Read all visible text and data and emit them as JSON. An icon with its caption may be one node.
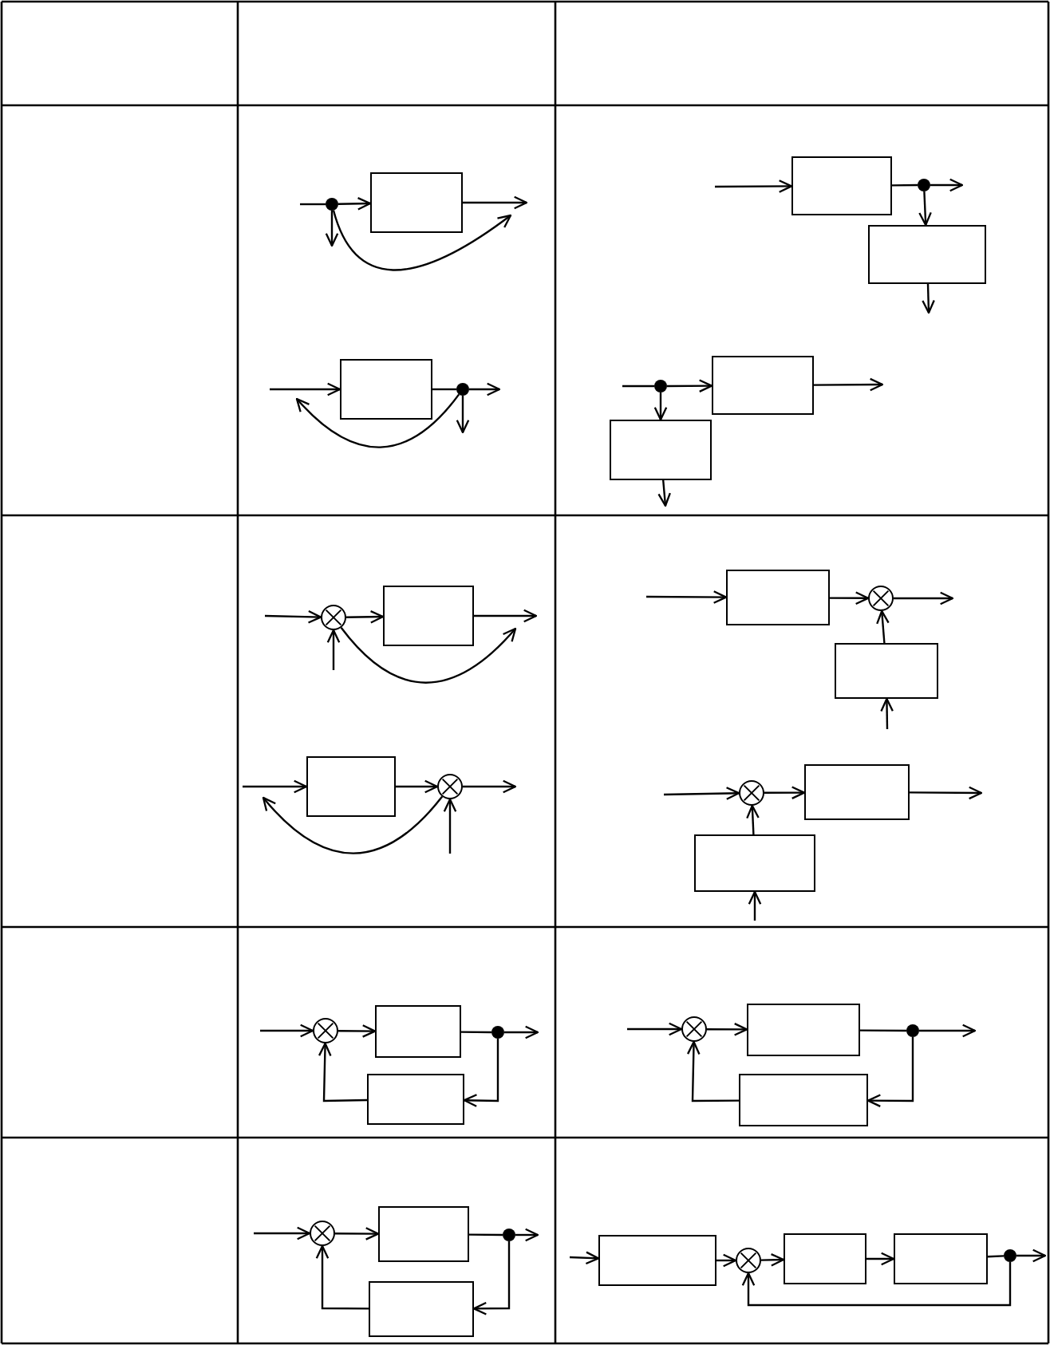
{
  "diagram": {
    "nodes": [
      {
        "text": [],
        "shape": "dot"
      },
      {
        "text": [],
        "shape": "box"
      },
      {
        "text": [],
        "shape": "box"
      },
      {
        "text": [],
        "shape": "dot"
      },
      {
        "text": [],
        "shape": "box"
      },
      {
        "text": [],
        "shape": "dot"
      },
      {
        "text": [],
        "shape": "box"
      },
      {
        "text": [],
        "shape": "dot"
      },
      {
        "text": [],
        "shape": "box"
      },
      {
        "text": [],
        "shape": "box"
      },
      {
        "text": [],
        "shape": "circle"
      },
      {
        "text": [],
        "shape": "box"
      },
      {
        "text": [],
        "shape": "box"
      },
      {
        "text": [],
        "shape": "circle"
      },
      {
        "text": [],
        "shape": "box"
      },
      {
        "text": [],
        "shape": "circle"
      },
      {
        "text": [],
        "shape": "box"
      },
      {
        "text": [],
        "shape": "circle"
      },
      {
        "text": [],
        "shape": "box"
      },
      {
        "text": [],
        "shape": "box"
      },
      {
        "text": [],
        "shape": "circle"
      },
      {
        "text": [],
        "shape": "box"
      },
      {
        "text": [],
        "shape": "dot"
      },
      {
        "text": [],
        "shape": "box"
      },
      {
        "text": [],
        "shape": "circle"
      },
      {
        "text": [],
        "shape": "box"
      },
      {
        "text": [],
        "shape": "dot"
      },
      {
        "text": [],
        "shape": "box"
      },
      {
        "text": [],
        "shape": "circle"
      },
      {
        "text": [],
        "shape": "box"
      },
      {
        "text": [],
        "shape": "dot"
      },
      {
        "text": [],
        "shape": "box"
      },
      {
        "text": [],
        "shape": "box"
      },
      {
        "text": [],
        "shape": "circle"
      },
      {
        "text": [],
        "shape": "box"
      },
      {
        "text": [],
        "shape": "box"
      },
      {
        "text": [],
        "shape": "dot"
      }
    ],
    "edges": [
      {
        "from": null,
        "to": 0,
        "arrow": "none"
      },
      {
        "from": 0,
        "to": 1,
        "arrow": "to"
      },
      {
        "from": 0,
        "to": null,
        "arrow": "to"
      },
      {
        "from": 1,
        "to": null,
        "arrow": "to"
      },
      {
        "from": 0,
        "to": null,
        "arrow": "to"
      },
      {
        "from": null,
        "to": 2,
        "arrow": "to"
      },
      {
        "from": 2,
        "to": 3,
        "arrow": "none"
      },
      {
        "from": 3,
        "to": null,
        "arrow": "to"
      },
      {
        "from": 3,
        "to": null,
        "arrow": "to"
      },
      {
        "from": 3,
        "to": null,
        "arrow": "to"
      },
      {
        "from": null,
        "to": 4,
        "arrow": "to"
      },
      {
        "from": 4,
        "to": 5,
        "arrow": "none"
      },
      {
        "from": 5,
        "to": null,
        "arrow": "to"
      },
      {
        "from": 5,
        "to": 6,
        "arrow": "to"
      },
      {
        "from": 6,
        "to": null,
        "arrow": "to"
      },
      {
        "from": null,
        "to": 7,
        "arrow": "none"
      },
      {
        "from": 7,
        "to": 8,
        "arrow": "to"
      },
      {
        "from": 8,
        "to": null,
        "arrow": "to"
      },
      {
        "from": 7,
        "to": 9,
        "arrow": "to"
      },
      {
        "from": 9,
        "to": null,
        "arrow": "to"
      },
      {
        "from": null,
        "to": 10,
        "arrow": "to"
      },
      {
        "from": 10,
        "to": 11,
        "arrow": "to"
      },
      {
        "from": 11,
        "to": null,
        "arrow": "to"
      },
      {
        "from": null,
        "to": 10,
        "arrow": "to"
      },
      {
        "from": 10,
        "to": null,
        "arrow": "to"
      },
      {
        "from": null,
        "to": 12,
        "arrow": "to"
      },
      {
        "from": 12,
        "to": 13,
        "arrow": "to"
      },
      {
        "from": 13,
        "to": null,
        "arrow": "to"
      },
      {
        "from": null,
        "to": 13,
        "arrow": "to"
      },
      {
        "from": 13,
        "to": null,
        "arrow": "to"
      },
      {
        "from": null,
        "to": 14,
        "arrow": "to"
      },
      {
        "from": 14,
        "to": 15,
        "arrow": "to"
      },
      {
        "from": 15,
        "to": null,
        "arrow": "to"
      },
      {
        "from": 16,
        "to": 15,
        "arrow": "to"
      },
      {
        "from": null,
        "to": 16,
        "arrow": "to"
      },
      {
        "from": null,
        "to": 17,
        "arrow": "to"
      },
      {
        "from": 17,
        "to": 18,
        "arrow": "to"
      },
      {
        "from": 18,
        "to": null,
        "arrow": "to"
      },
      {
        "from": 19,
        "to": 17,
        "arrow": "to"
      },
      {
        "from": null,
        "to": 19,
        "arrow": "to"
      },
      {
        "from": null,
        "to": 20,
        "arrow": "to"
      },
      {
        "from": 20,
        "to": 21,
        "arrow": "to"
      },
      {
        "from": 21,
        "to": 22,
        "arrow": "none"
      },
      {
        "from": 22,
        "to": null,
        "arrow": "to"
      },
      {
        "from": 22,
        "to": 23,
        "arrow": "to"
      },
      {
        "from": 23,
        "to": 20,
        "arrow": "to"
      },
      {
        "from": null,
        "to": 24,
        "arrow": "to"
      },
      {
        "from": 24,
        "to": 25,
        "arrow": "to"
      },
      {
        "from": 25,
        "to": 26,
        "arrow": "none"
      },
      {
        "from": 26,
        "to": null,
        "arrow": "to"
      },
      {
        "from": 26,
        "to": 27,
        "arrow": "to"
      },
      {
        "from": 27,
        "to": 24,
        "arrow": "to"
      },
      {
        "from": null,
        "to": 28,
        "arrow": "to"
      },
      {
        "from": 28,
        "to": 29,
        "arrow": "to"
      },
      {
        "from": 29,
        "to": 30,
        "arrow": "none"
      },
      {
        "from": 30,
        "to": null,
        "arrow": "to"
      },
      {
        "from": 30,
        "to": 31,
        "arrow": "to"
      },
      {
        "from": 31,
        "to": 28,
        "arrow": "to"
      },
      {
        "from": null,
        "to": 32,
        "arrow": "to"
      },
      {
        "from": 32,
        "to": 33,
        "arrow": "to"
      },
      {
        "from": 33,
        "to": 34,
        "arrow": "to"
      },
      {
        "from": 34,
        "to": 35,
        "arrow": "to"
      },
      {
        "from": 35,
        "to": 36,
        "arrow": "none"
      },
      {
        "from": 36,
        "to": null,
        "arrow": "to"
      },
      {
        "from": 36,
        "to": 33,
        "arrow": "to"
      }
    ]
  }
}
